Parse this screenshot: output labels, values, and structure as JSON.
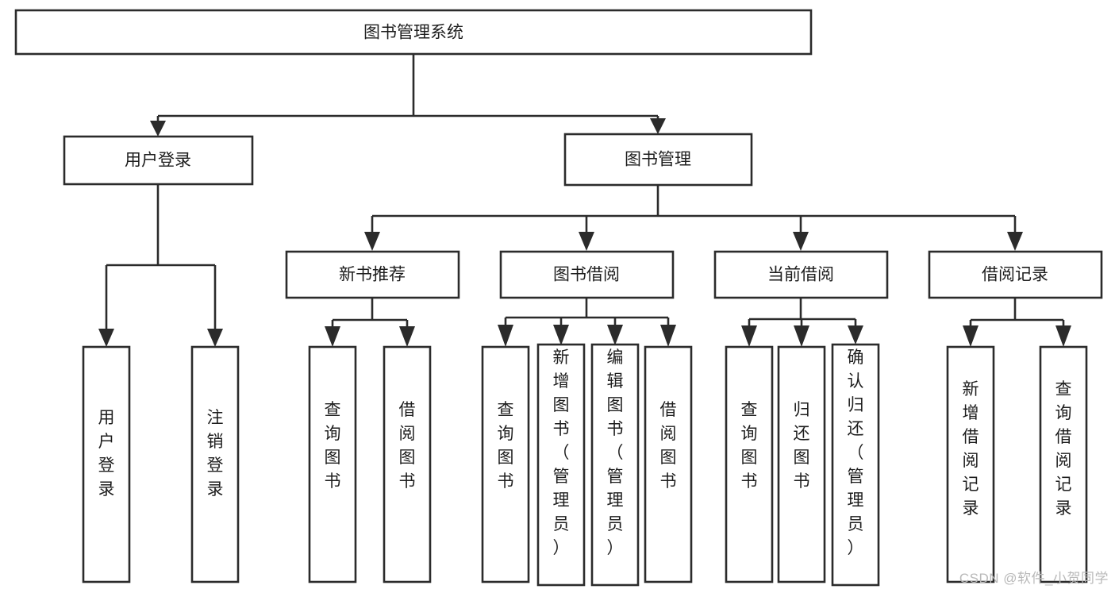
{
  "diagram": {
    "type": "tree",
    "title": "图书管理系统",
    "orientation": "top-down",
    "colors": {
      "stroke": "#2b2b2b",
      "fill": "#ffffff",
      "text": "#1d1d1d",
      "watermark": "#b9b9b9",
      "background": "#ffffff"
    },
    "root": {
      "label": "图书管理系统"
    },
    "level1": [
      {
        "label": "用户登录"
      },
      {
        "label": "图书管理"
      }
    ],
    "level2": [
      {
        "label": "新书推荐"
      },
      {
        "label": "图书借阅"
      },
      {
        "label": "当前借阅"
      },
      {
        "label": "借阅记录"
      }
    ],
    "leaves": {
      "user_login": [
        {
          "label": "用户登录"
        },
        {
          "label": "注销登录"
        }
      ],
      "new_book_recommend": [
        {
          "label": "查询图书"
        },
        {
          "label": "借阅图书"
        }
      ],
      "book_borrow": [
        {
          "label": "查询图书"
        },
        {
          "label": "新增图书（管理员）"
        },
        {
          "label": "编辑图书（管理员）"
        },
        {
          "label": "借阅图书"
        }
      ],
      "current_borrow": [
        {
          "label": "查询图书"
        },
        {
          "label": "归还图书"
        },
        {
          "label": "确认归还（管理员）"
        }
      ],
      "borrow_record": [
        {
          "label": "新增借阅记录"
        },
        {
          "label": "查询借阅记录"
        }
      ]
    },
    "watermark": "CSDN @软件_小贺同学"
  }
}
